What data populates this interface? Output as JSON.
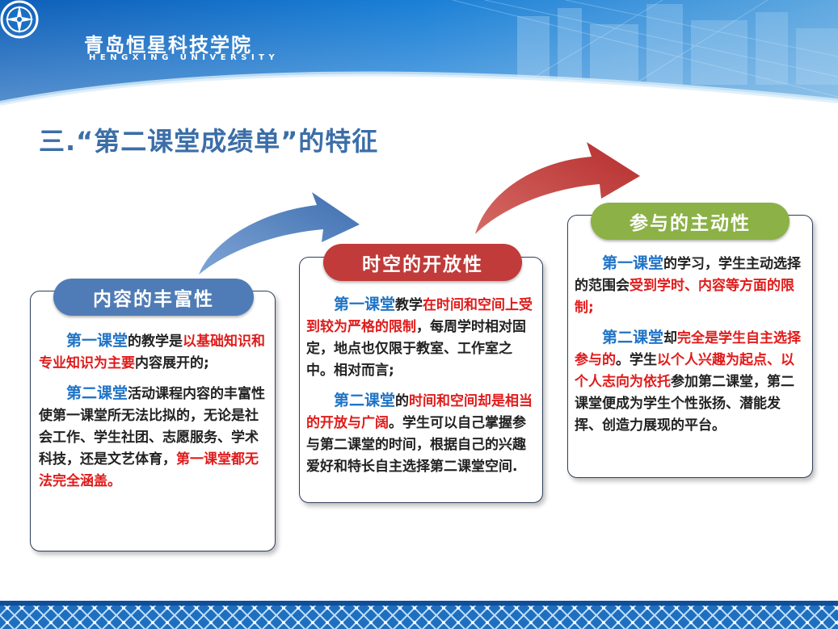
{
  "header": {
    "school_name_cn": "青岛恒星科技学院",
    "school_name_en": "HENGXING UNIVERSITY"
  },
  "slide": {
    "title": "三.“第二课堂成绩单”的特征"
  },
  "cards": [
    {
      "heading": "内容的丰富性",
      "accent": "#4f7cb6",
      "p1": {
        "a": "第一课堂",
        "b": "的教学是",
        "c": "以基础知识和专业知识为主要",
        "d": "内容展开的;"
      },
      "p2": {
        "a": "第二课堂",
        "b": "活动课程内容的丰富性使第一课堂所无法比拟的，无论是社会工作、学生社团、志愿服务、学术科技，还是文艺体育，",
        "c": "第一课堂都无法完全涵盖。"
      }
    },
    {
      "heading": "时空的开放性",
      "accent": "#c03b3a",
      "p1": {
        "a": "第一课堂",
        "b": "教学",
        "c": "在时间和空间上受到较为严格的限制",
        "d": "，每周学时相对固定，地点也仅限于教室、工作室之中。相对而言;"
      },
      "p2": {
        "a": "第二课堂",
        "b": "的",
        "c": "时间和空间却是相当的开放与广阔",
        "d": "。学生可以自己掌握参与第二课堂的时间，根据自己的兴趣爱好和特长自主选择第二课堂空间."
      }
    },
    {
      "heading": "参与的主动性",
      "accent": "#8cb146",
      "p1": {
        "a": "第一课堂",
        "b": "的学习，学生主动选择的范围会",
        "c": "受到学时、内容等方面的限制;"
      },
      "p2": {
        "a": "第二课堂",
        "b": "却",
        "c": "完全是学生自主选择参与的",
        "d": "。学生",
        "e": "以个人兴趣为起点、以个人志向为依托",
        "f": "参加第二课堂，第二课堂便成为学生个性张扬、潜能发挥、创造力展现的平台。"
      }
    }
  ]
}
